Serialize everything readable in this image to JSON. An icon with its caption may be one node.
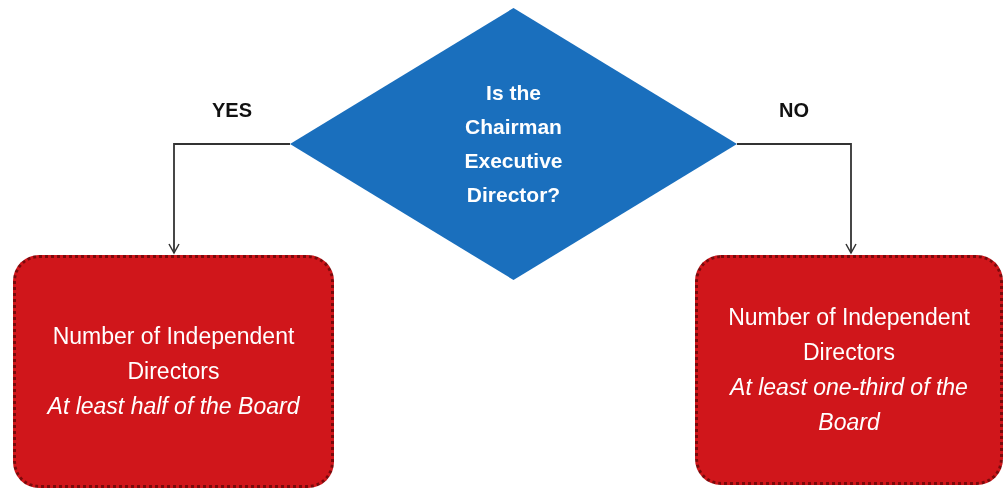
{
  "diagram": {
    "nodes": [
      {
        "text": [
          "Is the Chairman Executive Director?"
        ]
      },
      {
        "text": [
          "Number of Independent Directors",
          "At least half of the Board"
        ]
      },
      {
        "text": [
          "Number of Independent Directors",
          "At least one-third of the Board"
        ]
      }
    ],
    "edges": [
      {
        "from": 0,
        "to": 1,
        "arrow": "to",
        "label": "YES"
      },
      {
        "from": 0,
        "to": 2,
        "arrow": "to",
        "label": "NO"
      }
    ]
  }
}
